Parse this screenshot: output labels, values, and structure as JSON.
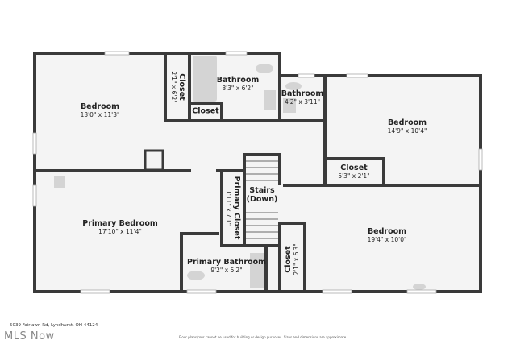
{
  "rooms": [
    {
      "name": "Bedroom",
      "dims": "13'0\" x 11'3\""
    },
    {
      "name": "Closet",
      "dims": "2'1\" x 6'2\""
    },
    {
      "name": "Bathroom",
      "dims": "8'3\" x 6'2\""
    },
    {
      "name": "Closet",
      "dims": ""
    },
    {
      "name": "Bathroom",
      "dims": "4'2\" x 3'11\""
    },
    {
      "name": "Bedroom",
      "dims": "14'9\" x 10'4\""
    },
    {
      "name": "Closet",
      "dims": "5'3\" x 2'1\""
    },
    {
      "name": "Primary Bedroom",
      "dims": "17'10\" x 11'4\""
    },
    {
      "name": "Primary Closet",
      "dims": "1'11\" x 7'1\""
    },
    {
      "name": "Stairs",
      "dims": "(Down)"
    },
    {
      "name": "Bedroom",
      "dims": "19'4\" x 10'0\""
    },
    {
      "name": "Primary Bathroom",
      "dims": "9'2\" x 5'2\""
    },
    {
      "name": "Closet",
      "dims": "2'1\" x 6'3\""
    }
  ],
  "footer": {
    "address": "5039 Fairlawn Rd, Lyndhurst, OH 44124",
    "logo": "MLS Now",
    "disclaimer": "Floor plans/tour cannot be used for building or design purposes. Sizes and dimensions are approximate."
  },
  "colors": {
    "wall": "#3a3a3a",
    "floor": "#f4f4f4",
    "fixture": "#d4d4d4"
  }
}
